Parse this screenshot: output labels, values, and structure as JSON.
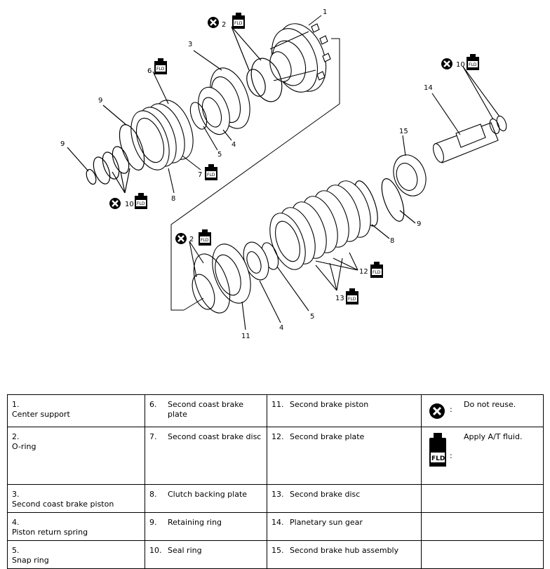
{
  "callouts": {
    "c1": "1",
    "c2_top": "2",
    "c3": "3",
    "c6": "6",
    "c9_a": "9",
    "c9_b": "9",
    "c10_left": "10",
    "c7": "7",
    "c8_a": "8",
    "c5_a": "5",
    "c4_a": "4",
    "c10_right": "10",
    "c14": "14",
    "c15": "15",
    "c9_c": "9",
    "c8_b": "8",
    "c12": "12",
    "c13": "13",
    "c2_bottom": "2",
    "c5_b": "5",
    "c4_b": "4",
    "c11": "11"
  },
  "fld_text": "FLD",
  "legend": {
    "rows": [
      [
        {
          "num": "1.",
          "text": "Center support"
        },
        {
          "num": "6.",
          "text": "Second coast brake plate"
        },
        {
          "num": "11.",
          "text": "Second brake piston"
        },
        {
          "symbol": "do-not-reuse",
          "text": "Do not reuse."
        }
      ],
      [
        {
          "num": "2.",
          "text": "O-ring"
        },
        {
          "num": "7.",
          "text": "Second coast brake disc"
        },
        {
          "num": "12.",
          "text": "Second brake plate"
        },
        {
          "symbol": "fld",
          "text": "Apply A/T fluid."
        }
      ],
      [
        {
          "num": "3.",
          "text": "Second coast brake piston"
        },
        {
          "num": "8.",
          "text": "Clutch backing plate"
        },
        {
          "num": "13.",
          "text": "Second brake disc"
        },
        {
          "text": ""
        }
      ],
      [
        {
          "num": "4.",
          "text": "Piston return spring"
        },
        {
          "num": "9.",
          "text": "Retaining ring"
        },
        {
          "num": "14.",
          "text": "Planetary sun gear"
        },
        {
          "text": ""
        }
      ],
      [
        {
          "num": "5.",
          "text": "Snap ring"
        },
        {
          "num": "10.",
          "text": "Seal ring"
        },
        {
          "num": "15.",
          "text": "Second brake hub assembly"
        },
        {
          "text": ""
        }
      ]
    ]
  }
}
